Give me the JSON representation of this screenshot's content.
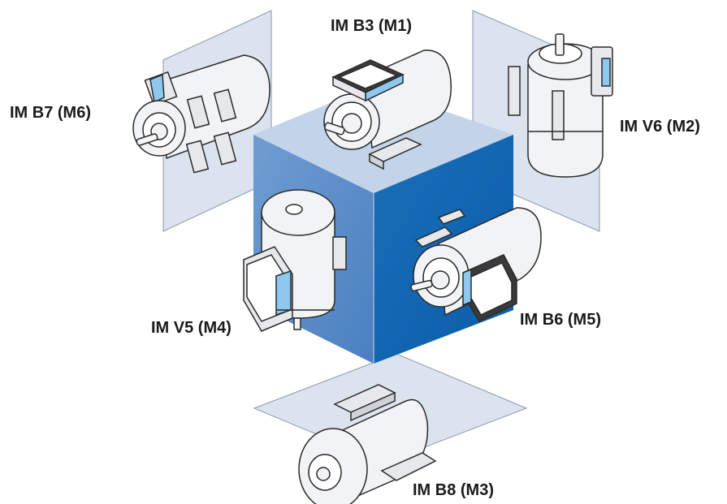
{
  "labels": {
    "b3": "IM B3 (M1)",
    "b7": "IM B7 (M6)",
    "v6": "IM V6 (M2)",
    "v5": "IM V5 (M4)",
    "b6": "IM B6 (M5)",
    "b8": "IM B8 (M3)"
  },
  "colors": {
    "cube_top": "#c3d3e9",
    "cube_left": "#5f8fc8",
    "cube_right": "#1166b3",
    "plane": "#dbe3ee",
    "motor_body": "#f2f3f5",
    "motor_stroke": "#2a2a2a",
    "terminal_box_accent": "#8fc8ee"
  },
  "icons": [
    "motor-b3-icon",
    "motor-b7-icon",
    "motor-v6-icon",
    "motor-v5-icon",
    "motor-b6-icon",
    "motor-b8-icon"
  ]
}
